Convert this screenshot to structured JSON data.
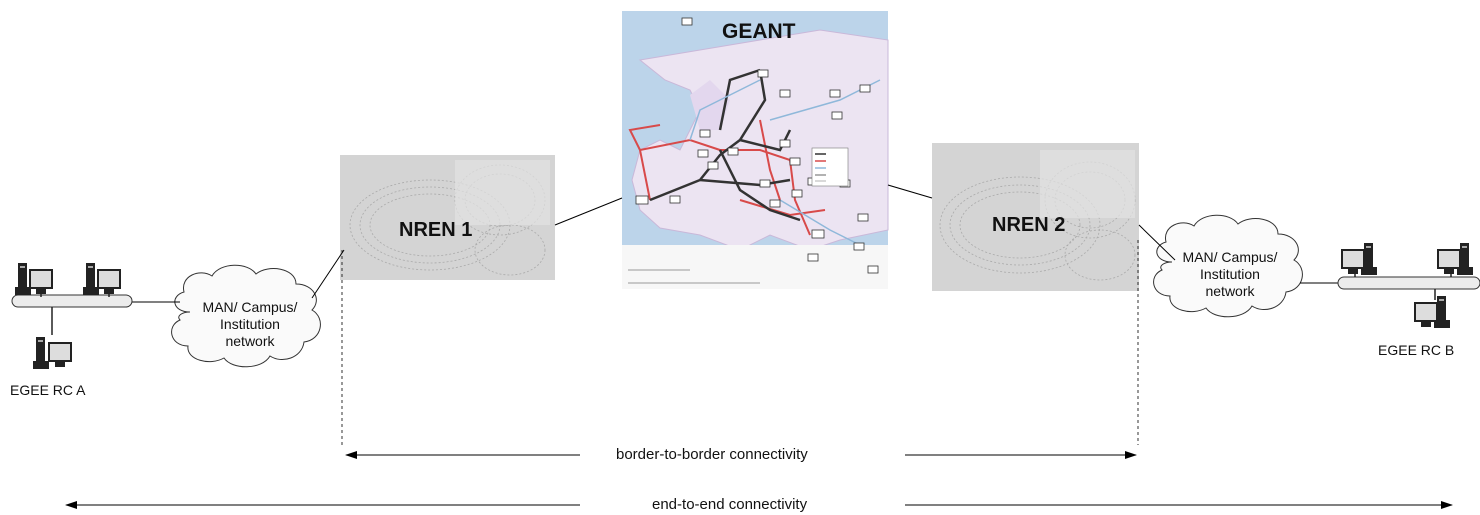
{
  "geant": {
    "title": "GEANT"
  },
  "nren_left": {
    "title": "NREN 1"
  },
  "nren_right": {
    "title": "NREN 2"
  },
  "campus_left": {
    "line1": "MAN/ Campus/",
    "line2": "Institution",
    "line3": "network"
  },
  "campus_right": {
    "line1": "MAN/ Campus/",
    "line2": "Institution",
    "line3": "network"
  },
  "site_a": {
    "label": "EGEE RC  A"
  },
  "site_b": {
    "label": "EGEE RC  B"
  },
  "connectivity": {
    "border": "border-to-border  connectivity",
    "end": "end-to-end connectivity"
  },
  "colors": {
    "map_land": "#ece4f2",
    "map_sea": "#bcd4ea",
    "link_red": "#d84a4a",
    "link_dark": "#333333",
    "nren_fill": "#d4d4d4"
  }
}
